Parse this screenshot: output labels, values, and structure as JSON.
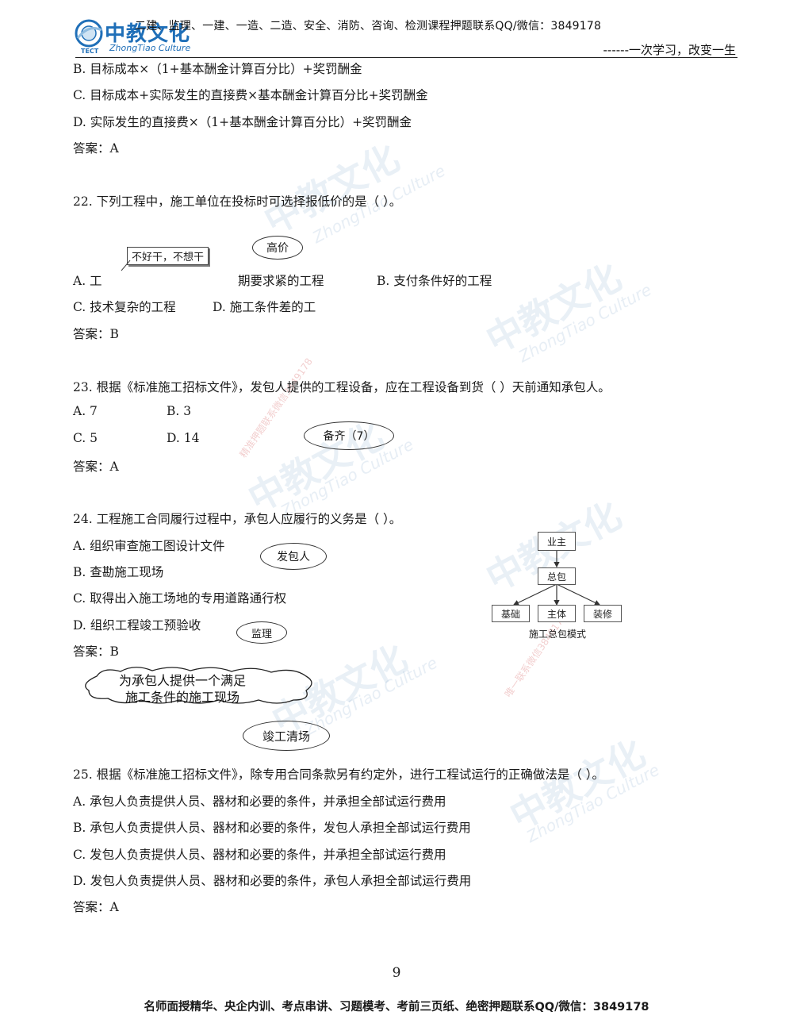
{
  "header": {
    "top_line": "二建、监理、一建、一造、二造、安全、消防、咨询、检测课程押题联系QQ/微信：3849178",
    "slogan": "------一次学习，改变一生",
    "logo_text": "中教文化",
    "logo_sub": "ZhongTiao Culture",
    "logo_tag": "TECT"
  },
  "q21_tail": {
    "option_b": "B. 目标成本×（1+基本酬金计算百分比）+奖罚酬金",
    "option_c": "C. 目标成本+实际发生的直接费×基本酬金计算百分比+奖罚酬金",
    "option_d": "D. 实际发生的直接费×（1+基本酬金计算百分比）+奖罚酬金",
    "answer": "答案：A"
  },
  "q22": {
    "stem": "22. 下列工程中，施工单位在投标时可选择报低价的是（    ）。",
    "note_box": "不好干，不想干",
    "note_ellipse": "高价",
    "option_a_start": "A. 工",
    "option_a_end": "期要求紧的工程",
    "option_b": "B. 支付条件好的工程",
    "option_c": "C. 技术复杂的工程",
    "option_d": "D. 施工条件差的工",
    "answer": "答案：B"
  },
  "q23": {
    "stem": "23. 根据《标准施工招标文件》，发包人提供的工程设备，应在工程设备到货（    ）天前通知承包人。",
    "option_a": "A. 7",
    "option_b": "B. 3",
    "option_c": "C. 5",
    "option_d": "D. 14",
    "note_ellipse": "备齐（7）",
    "answer": "答案：A"
  },
  "q24": {
    "stem": "24. 工程施工合同履行过程中，承包人应履行的义务是（    ）。",
    "option_a": "A. 组织审查施工图设计文件",
    "option_b": "B. 查勘施工现场",
    "option_c": "C. 取得出入施工场地的专用道路通行权",
    "option_d": "D. 组织工程竣工预验收",
    "note_owner": "发包人",
    "note_supervisor": "监理",
    "note_cloud_line1": "为承包人提供一个满足",
    "note_cloud_line2": "施工条件的施工现场",
    "note_clear": "竣工清场",
    "answer": "答案：B",
    "diagram": {
      "owner": "业主",
      "gc": "总包",
      "sub1": "基础",
      "sub2": "主体",
      "sub3": "装修",
      "caption": "施工总包模式"
    }
  },
  "q25": {
    "stem": "25. 根据《标准施工招标文件》，除专用合同条款另有约定外，进行工程试运行的正确做法是（    ）。",
    "option_a": "A. 承包人负责提供人员、器材和必要的条件，并承担全部试运行费用",
    "option_b": "B. 承包人负责提供人员、器材和必要的条件，发包人承担全部试运行费用",
    "option_c": "C. 发包人负责提供人员、器材和必要的条件，并承担全部试运行费用",
    "option_d": "D. 发包人负责提供人员、器材和必要的条件，承包人承担全部试运行费用",
    "answer": "答案：A"
  },
  "watermark": {
    "brand": "中教文化",
    "sub": "ZhongTiao Culture",
    "red1": "精准押题联系微信3849178",
    "red2": "唯一联系微信3849178"
  },
  "page_number": "9",
  "footer": "名师面授精华、央企内训、考点串讲、习题模考、考前三页纸、绝密押题联系QQ/微信：3849178",
  "colors": {
    "text": "#1a1a1a",
    "watermark_blue": "#78a0c8",
    "watermark_red": "#d25050",
    "logo_blue": "#1f6fb8"
  }
}
